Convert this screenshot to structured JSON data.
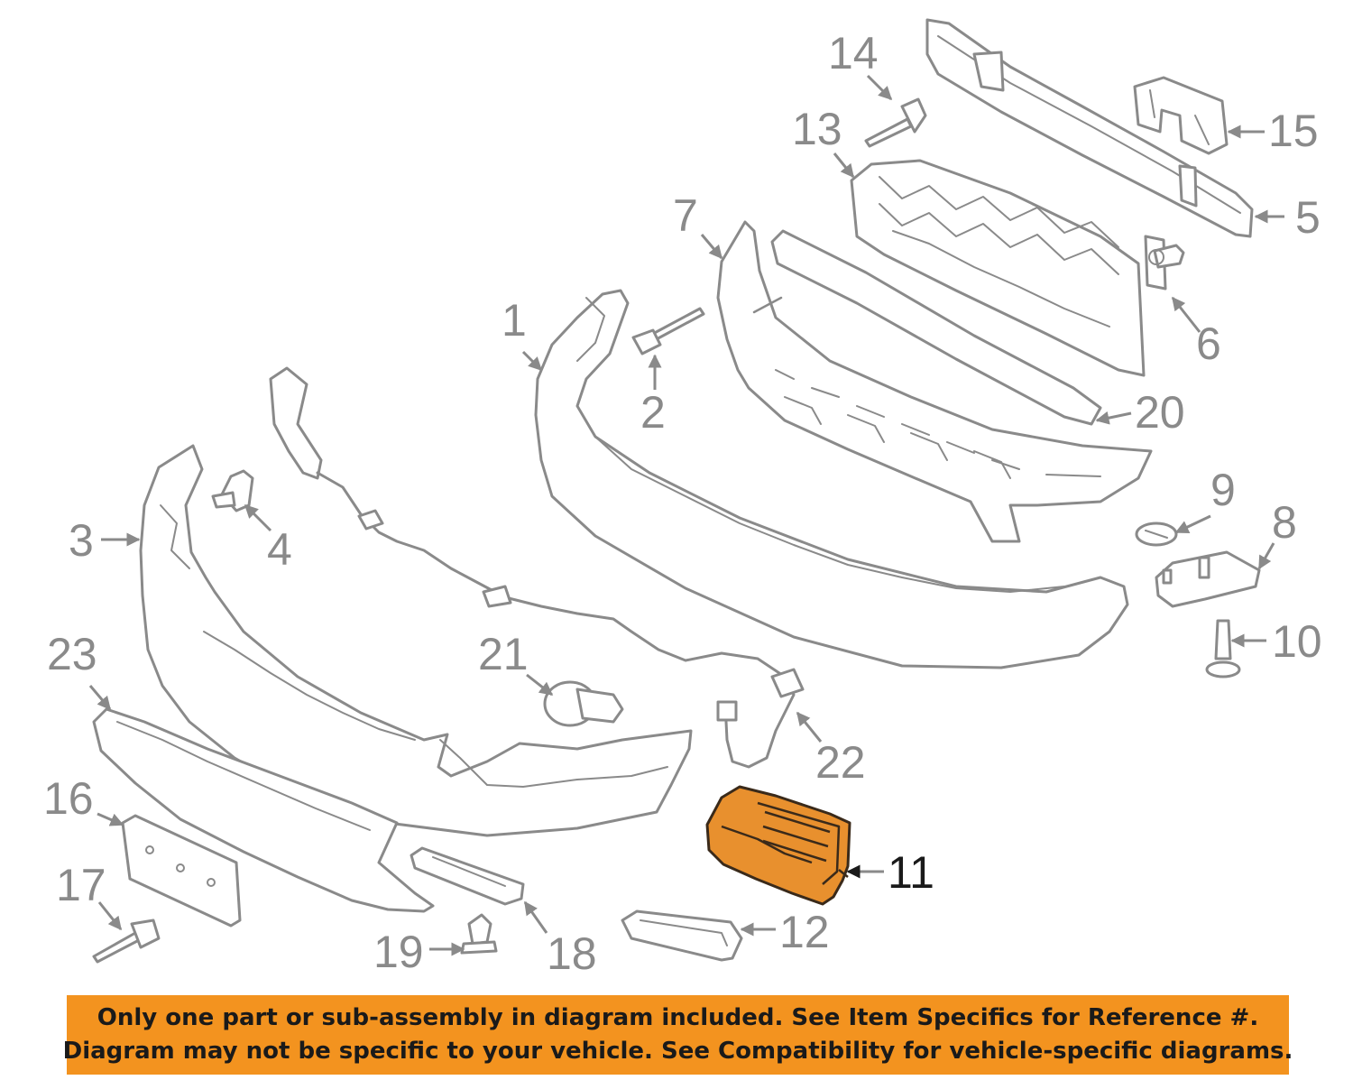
{
  "diagram": {
    "callouts": {
      "c1": "1",
      "c2": "2",
      "c3": "3",
      "c4": "4",
      "c5": "5",
      "c6": "6",
      "c7": "7",
      "c8": "8",
      "c9": "9",
      "c10": "10",
      "c11": "11",
      "c12": "12",
      "c13": "13",
      "c14": "14",
      "c15": "15",
      "c16": "16",
      "c17": "17",
      "c18": "18",
      "c19": "19",
      "c20": "20",
      "c21": "21",
      "c22": "22",
      "c23": "23"
    },
    "highlighted_part": "11",
    "colors": {
      "highlight": "#e8902e",
      "line": "#8a8a8a",
      "banner": "#f3931f"
    }
  },
  "disclaimer": {
    "line1": "Only one part or sub-assembly in diagram included. See Item Specifics for Reference #.",
    "line2": "Diagram may not be specific to your vehicle. See Compatibility for vehicle-specific diagrams."
  }
}
